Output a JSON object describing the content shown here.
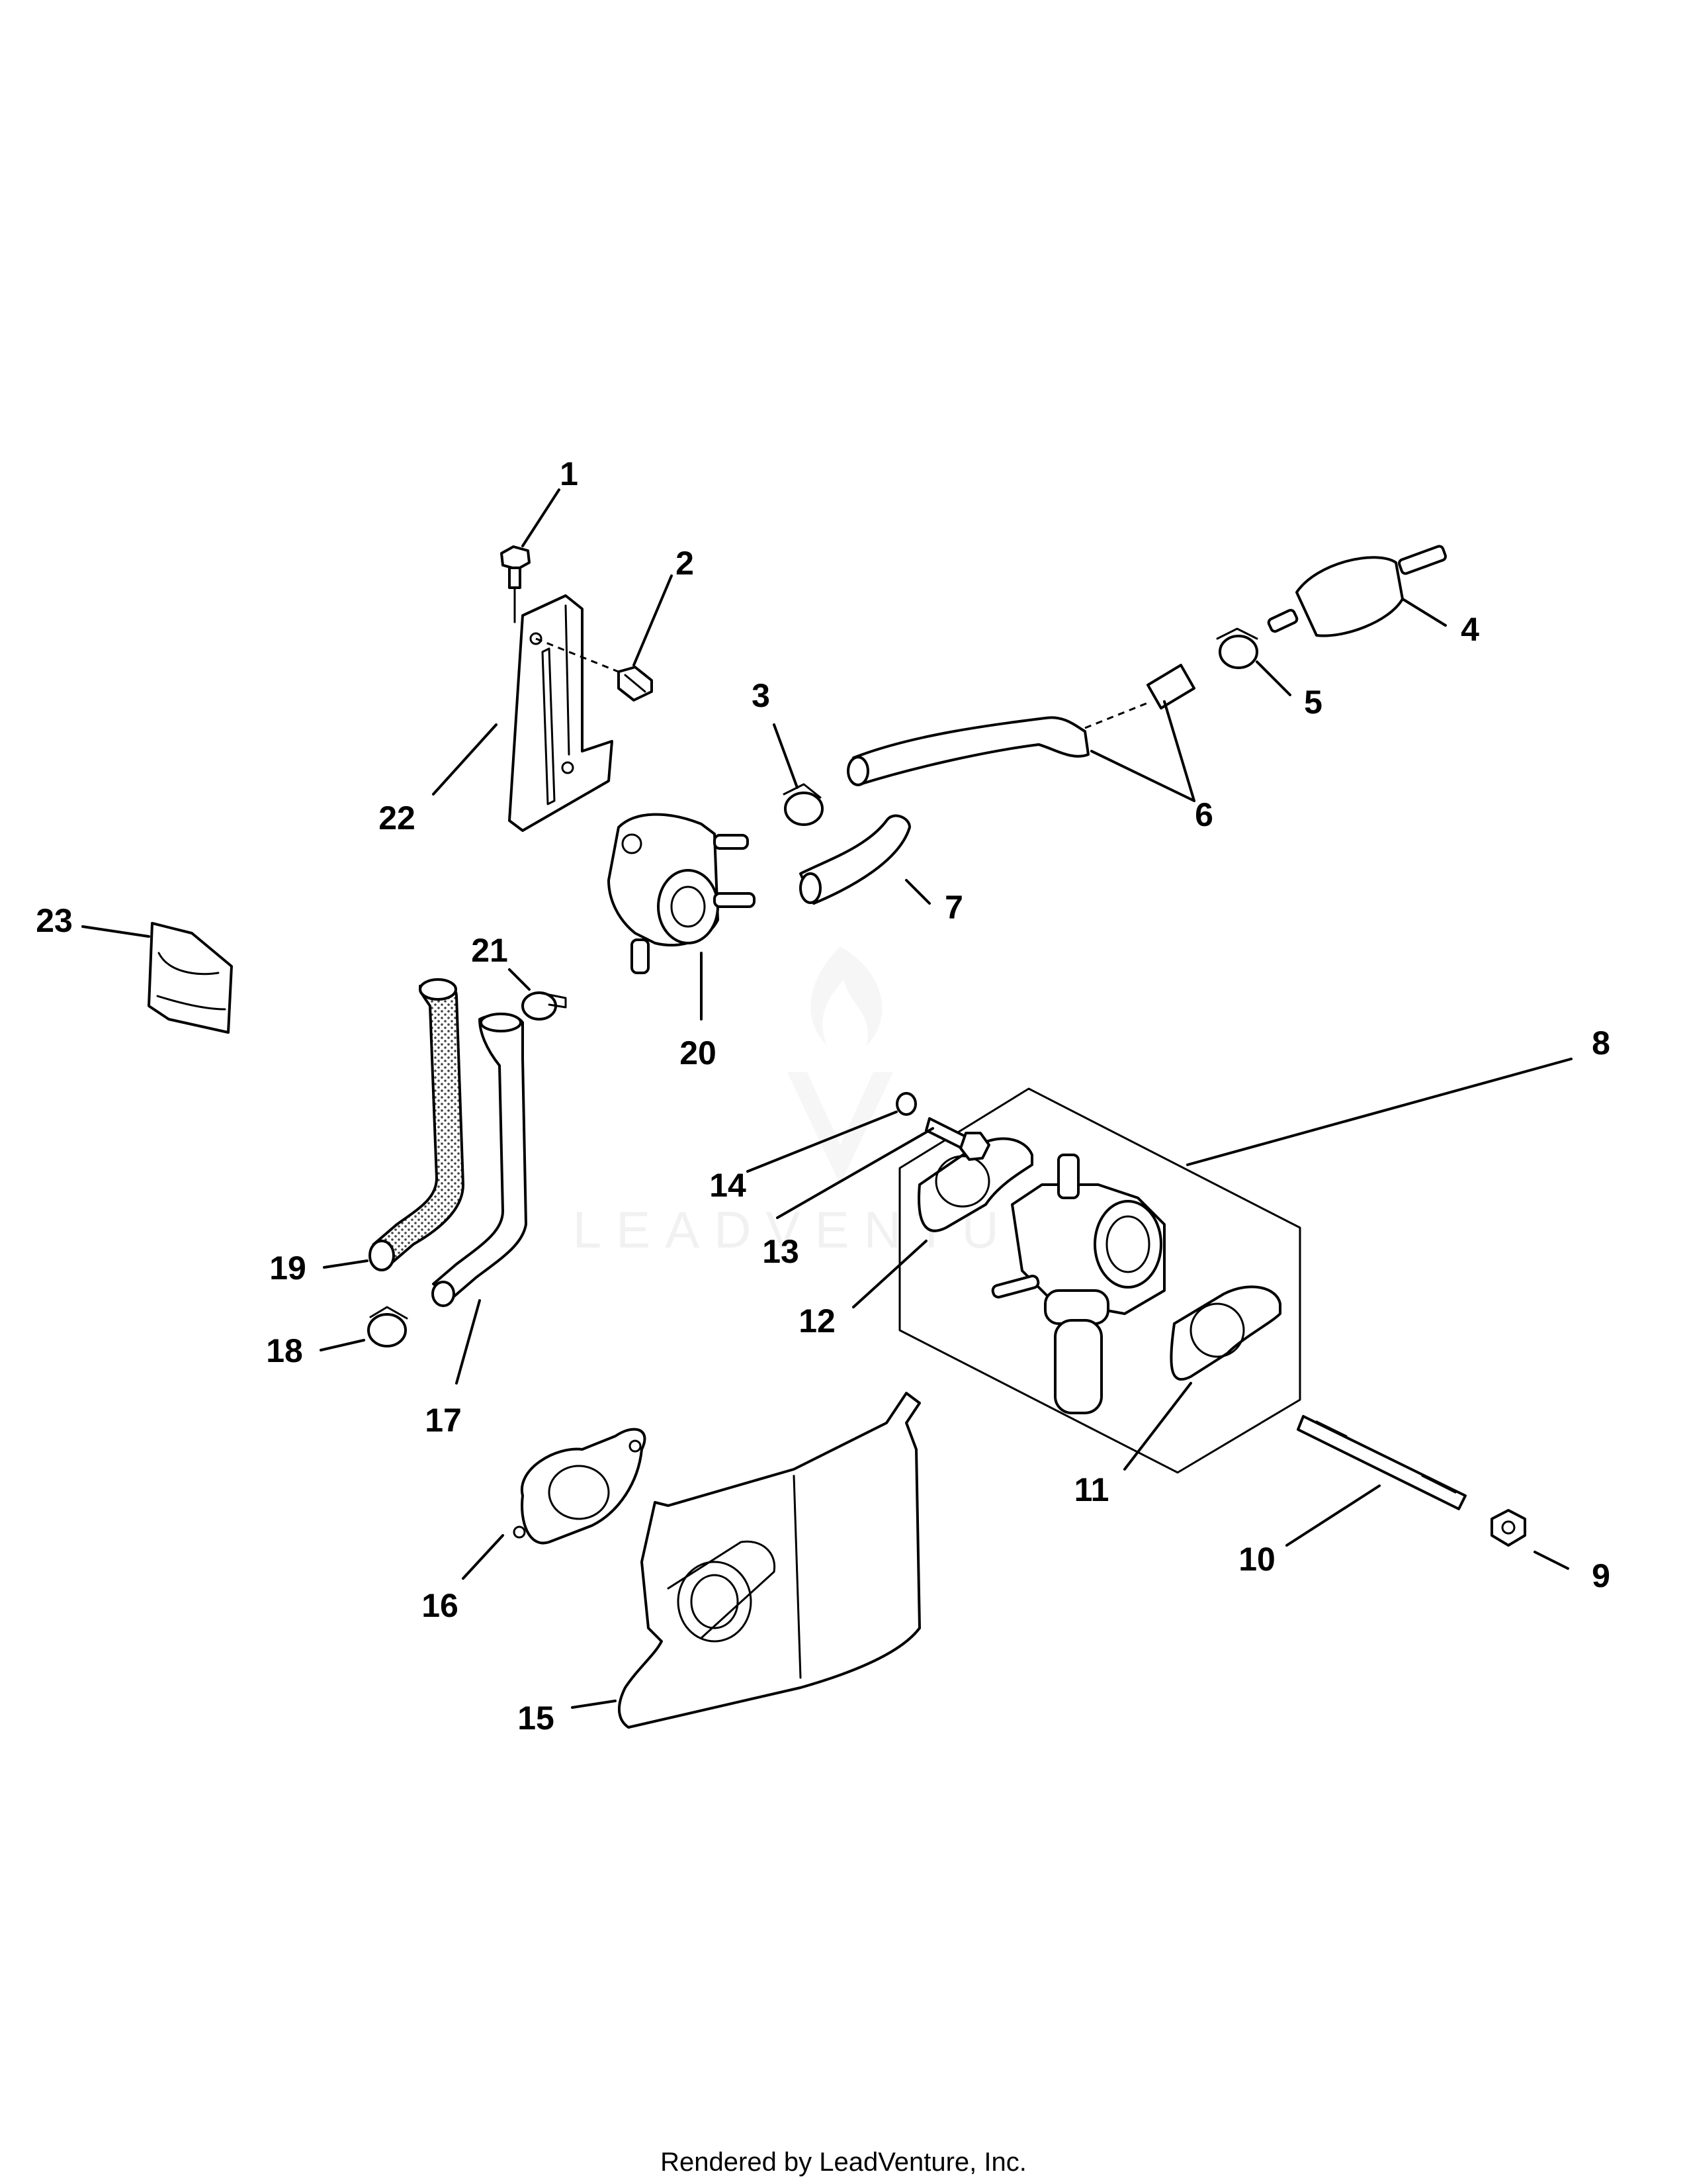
{
  "diagram": {
    "watermark": "LEADVENTURE",
    "footer": "Rendered by LeadVenture, Inc.",
    "callouts": [
      "1",
      "2",
      "3",
      "4",
      "5",
      "6",
      "7",
      "8",
      "9",
      "10",
      "11",
      "12",
      "13",
      "14",
      "15",
      "16",
      "17",
      "18",
      "19",
      "20",
      "21",
      "22",
      "23"
    ]
  },
  "colors": {
    "ink": "#000000",
    "background": "#ffffff",
    "watermark": "#f1f1f1"
  }
}
